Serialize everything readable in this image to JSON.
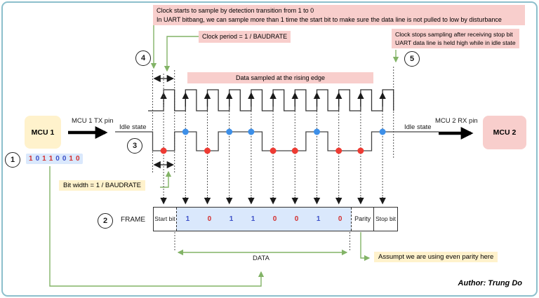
{
  "colors": {
    "green": "#82B366",
    "pink": "#F8CECC",
    "yellow": "#FFF2CC",
    "light_blue": "#DAE8FC",
    "dot_red": "#EE3B33",
    "dot_blue": "#3D8FE8",
    "digit_red": "#D32F2F",
    "digit_blue": "#3C50C8",
    "border_teal": "#8CBFCC"
  },
  "annotations": {
    "clock_start_1": "Clock starts to sample by detection transition from 1 to 0",
    "clock_start_2": "In UART bitbang, we can sample more than 1 time the start bit to make sure the data line is not pulled to low by disturbance",
    "clock_period": "Clock period = 1 / BAUDRATE",
    "clock_stop_1": "Clock stops sampling after receiving stop bit",
    "clock_stop_2": "UART data line is held high while in idle state",
    "bit_width": "Bit width = 1 / BAUDRATE",
    "data_sampled": "Data sampled at the rising edge",
    "parity_note": "Assumpt we are using even parity here"
  },
  "mcu1": {
    "label": "MCU 1",
    "pin_label": "MCU 1 TX pin",
    "idle_label": "Idle state"
  },
  "mcu2": {
    "label": "MCU 2",
    "pin_label": "MCU 2 RX pin",
    "idle_label": "Idle state"
  },
  "steps": {
    "s1": "1",
    "s2": "2",
    "s3": "3",
    "s4": "4",
    "s5": "5"
  },
  "binary": {
    "digits": [
      "1",
      "0",
      "1",
      "1",
      "0",
      "0",
      "1",
      "0"
    ],
    "digit_colors": [
      "red",
      "blue",
      "red",
      "red",
      "blue",
      "blue",
      "red",
      "red"
    ]
  },
  "frame": {
    "label": "FRAME",
    "start": "Start bit",
    "parity": "Parity",
    "stop": "Stop bit",
    "bits": [
      "1",
      "0",
      "1",
      "1",
      "0",
      "0",
      "1",
      "0"
    ],
    "data_label": "DATA"
  },
  "waveform": {
    "bits": [
      0,
      1,
      0,
      1,
      1,
      0,
      0,
      1,
      0,
      0,
      1
    ],
    "bit_meaning": "start,d0..d7,parity,stop"
  },
  "author": "Author: Trung Do"
}
